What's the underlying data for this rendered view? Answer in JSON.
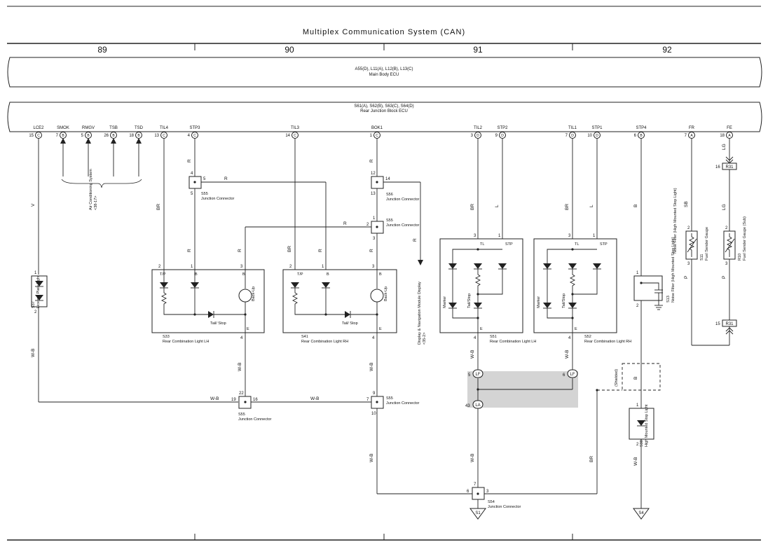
{
  "title": "Multiplex Communication System (CAN)",
  "pages": [
    "89",
    "90",
    "91",
    "92"
  ],
  "ecus": {
    "main_body": {
      "codes": "A55(D), L11(A), L12(B), L13(C)",
      "name": "Main Body ECU"
    },
    "rear_junction": {
      "codes": "S61(A), S62(B), S63(C), S64(D)",
      "name": "Rear Junction Block ECU"
    }
  },
  "terminals": [
    {
      "name": "LCE2",
      "pin": "15",
      "conn": "C"
    },
    {
      "name": "SMOK",
      "pin": "7",
      "conn": "B"
    },
    {
      "name": "RMGV",
      "pin": "5",
      "conn": "B"
    },
    {
      "name": "TSB",
      "pin": "26",
      "conn": "B"
    },
    {
      "name": "TSD",
      "pin": "18",
      "conn": "B"
    },
    {
      "name": "TIL4",
      "pin": "13",
      "conn": "C"
    },
    {
      "name": "STP3",
      "pin": "4",
      "conn": "C"
    },
    {
      "name": "TIL3",
      "pin": "14",
      "conn": "C"
    },
    {
      "name": "BOK1",
      "pin": "1",
      "conn": "C"
    },
    {
      "name": "TIL2",
      "pin": "3",
      "conn": "D"
    },
    {
      "name": "STP2",
      "pin": "9",
      "conn": "D"
    },
    {
      "name": "TIL1",
      "pin": "7",
      "conn": "D"
    },
    {
      "name": "STP1",
      "pin": "10",
      "conn": "D"
    },
    {
      "name": "STP4",
      "pin": "6",
      "conn": "B"
    },
    {
      "name": "FR",
      "pin": "7",
      "conn": "A"
    },
    {
      "name": "FE",
      "pin": "18",
      "conn": "A"
    }
  ],
  "ac_system": {
    "name": "Air Conditioning System",
    "ref": "<38-17>"
  },
  "navigation": {
    "name": "Display & Navigation Module Display",
    "ref": "<35-2>"
  },
  "junctions": {
    "s55_top": {
      "code": "S55",
      "name": "Junction Connector",
      "pins": [
        "4",
        "5",
        "5"
      ]
    },
    "s56": {
      "code": "S56",
      "name": "Junction Connector",
      "pins": [
        "12",
        "14",
        "13"
      ]
    },
    "s55_mid": {
      "code": "S55",
      "name": "Junction Connector",
      "pins": [
        "1",
        "2",
        "3"
      ]
    },
    "s55_bot_left": {
      "code": "S55",
      "name": "Junction Connector",
      "pins": [
        "22",
        "19",
        "16"
      ]
    },
    "s55_bot_right": {
      "code": "S55",
      "name": "Junction Connector",
      "pins": [
        "9",
        "7",
        "10"
      ]
    },
    "s54": {
      "code": "S54",
      "name": "Junction Connector",
      "pins": [
        "7",
        "6",
        "3"
      ]
    }
  },
  "components": {
    "s37": {
      "code": "S37",
      "name": "License Plate Light",
      "pins": [
        "1",
        "2"
      ]
    },
    "s33": {
      "code": "S33",
      "name": "Rear Combination Light LH",
      "labels": [
        "T/P",
        "B",
        "B",
        "E",
        "Tail/ Stop",
        "Back-Up"
      ],
      "pins": [
        "2",
        "1",
        "3",
        "4"
      ]
    },
    "s41": {
      "code": "S41",
      "name": "Rear Combination Light RH",
      "labels": [
        "T/P",
        "B",
        "B",
        "E",
        "Tail/ Stop",
        "Back-Up"
      ],
      "pins": [
        "2",
        "1",
        "3",
        "4"
      ]
    },
    "s51": {
      "code": "S51",
      "name": "Rear Combination Light LH",
      "labels": [
        "TL",
        "STP",
        "E",
        "Marker",
        "Tail/Stop"
      ],
      "pins": [
        "3",
        "1",
        "4"
      ]
    },
    "s52": {
      "code": "S52",
      "name": "Rear Combination Light RH",
      "labels": [
        "TL",
        "STP",
        "E",
        "Marker",
        "Tail/Stop"
      ],
      "pins": [
        "3",
        "1",
        "4"
      ]
    },
    "s13": {
      "code": "S13",
      "name": "Noise Filter (High Mounted Stop Light)",
      "pins": [
        "1",
        "2"
      ]
    },
    "s30": {
      "code": "S30",
      "name": "High Mounted Stop Light",
      "pins": [
        "1",
        "2"
      ]
    },
    "s11": {
      "code": "S11",
      "name": "Fuel Sender Gauge",
      "pins": [
        "2",
        "3"
      ]
    },
    "r10": {
      "code": "R10",
      "name": "Fuel Sender Gauge (Sub)",
      "pins": [
        "2",
        "3"
      ]
    },
    "r31_top": {
      "code": "R31",
      "pin": "16"
    },
    "r31_bot": {
      "code": "R31",
      "pin": "15"
    },
    "s1": {
      "code": "S1"
    },
    "s4": {
      "code": "S4"
    }
  },
  "splice": {
    "lf1": "LF",
    "lf1_pin": "5",
    "lf2": "LF",
    "lf2_pin": "6",
    "la": "LA",
    "la_pin": "43"
  },
  "shielded": {
    "label": "(Shielded)",
    "wire": "B"
  },
  "wire_colors": {
    "v": "V",
    "wb": "W-B",
    "br": "BR",
    "r": "R",
    "l": "L",
    "b": "B",
    "sb": "SB",
    "p": "P",
    "lg": "LG"
  },
  "colors": {
    "line": "#222222",
    "splice_fill": "#d4d4d4"
  }
}
